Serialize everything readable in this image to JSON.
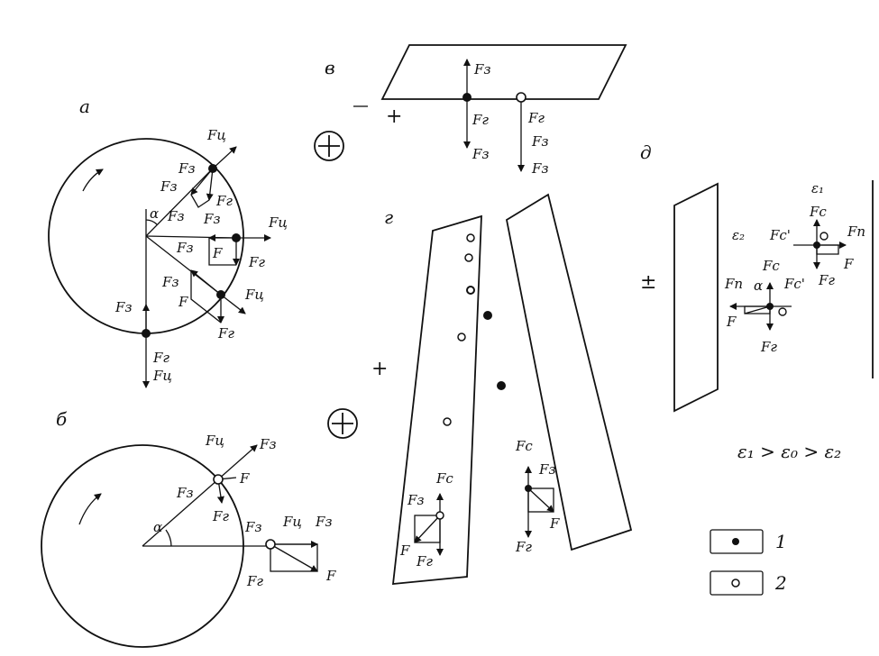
{
  "panels": {
    "a": "а",
    "b": "б",
    "v": "в",
    "g": "г",
    "d": "д"
  },
  "signs": {
    "plus": "+",
    "plus_minus": "±",
    "circled_plus": "⊕"
  },
  "forces": {
    "centrifugal": "Fц",
    "friction": "Fг",
    "gravity": "Fз",
    "resultant": "F",
    "coriolis": "Fc",
    "coriolis_prime": "Fc'",
    "normal": "Fп"
  },
  "angles": {
    "alpha": "α"
  },
  "epsilon": {
    "e1": "ε₁",
    "e2": "ε₂",
    "relation": "ε₁ > ε₀ > ε₂"
  },
  "legend": [
    {
      "symbol": "filled-dot",
      "label": "1"
    },
    {
      "symbol": "hollow-dot",
      "label": "2"
    }
  ]
}
